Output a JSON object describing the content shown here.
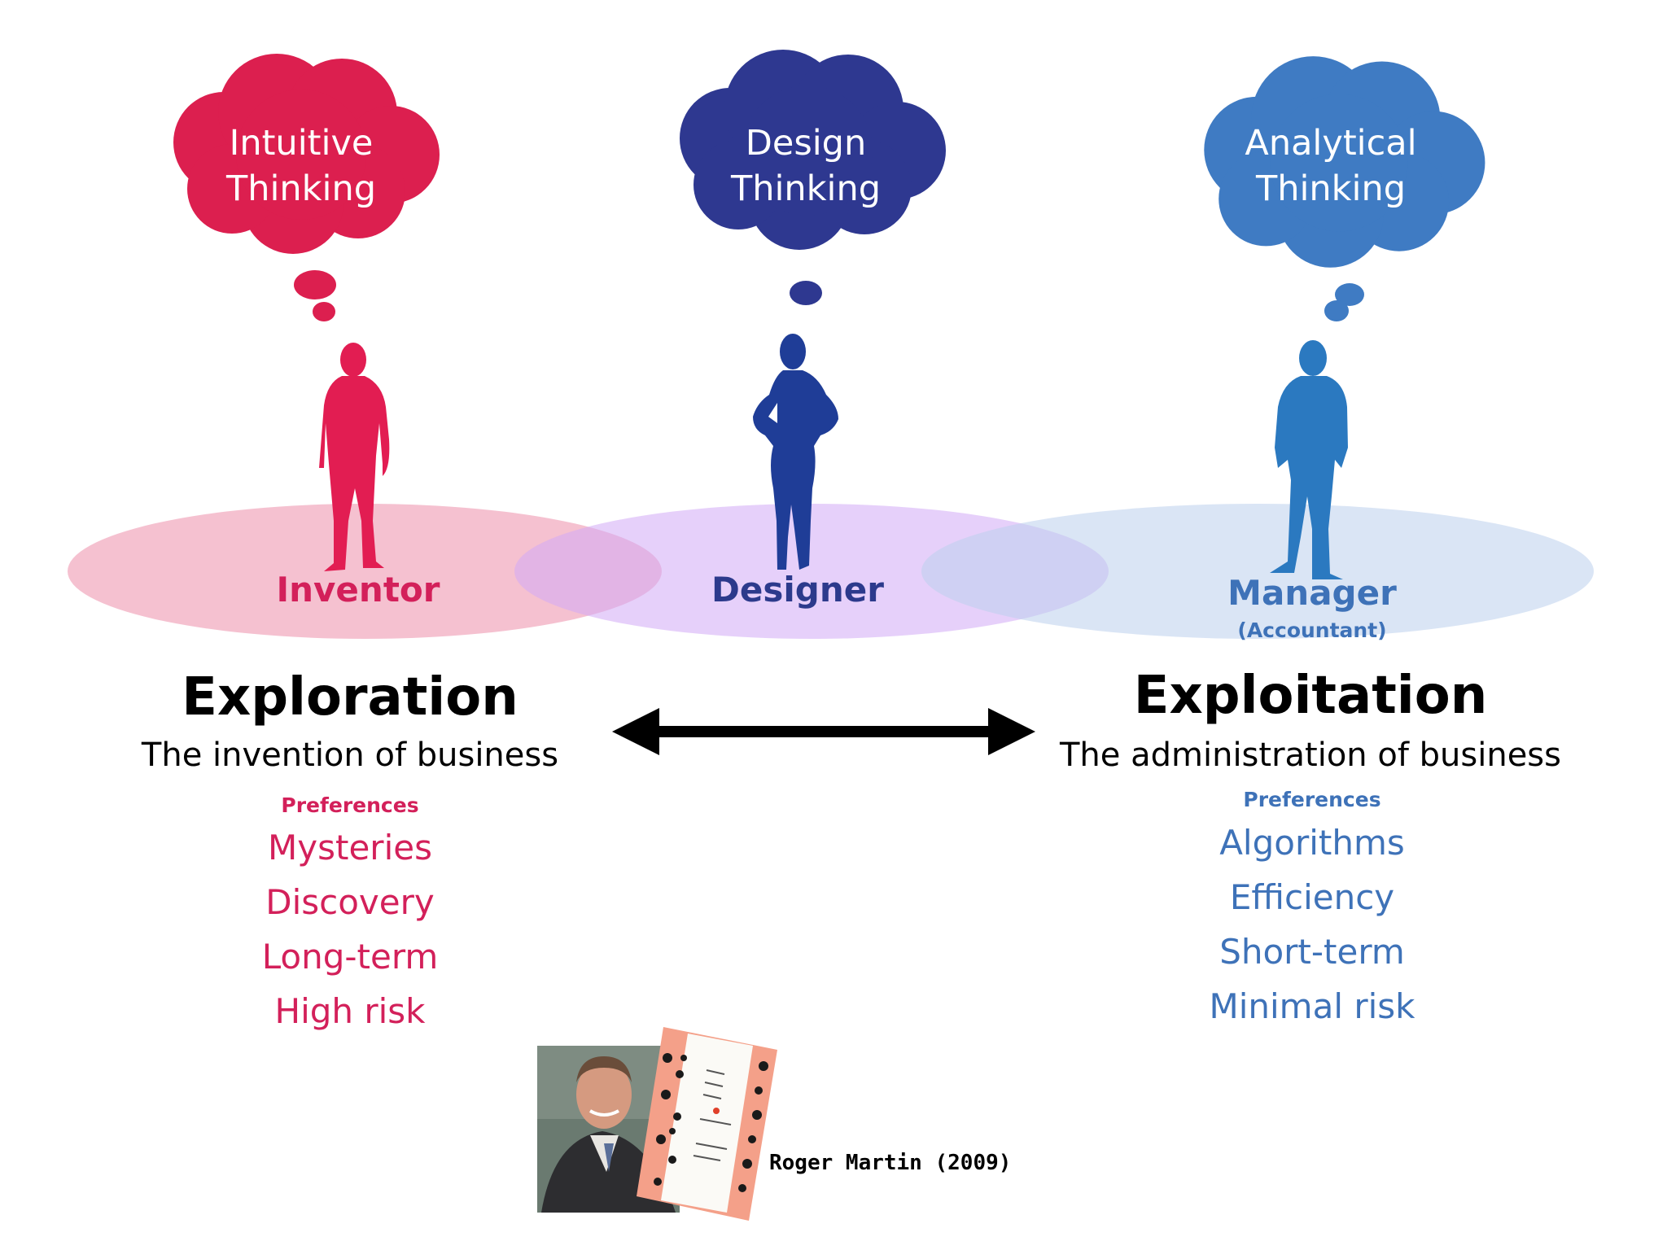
{
  "colors": {
    "intuitive": "#dc1f4f",
    "design": "#2e3890",
    "analytical": "#3f7bc3",
    "inventor_ellipse": "#f3c0cf",
    "designer_ellipse": "#e2cdf8",
    "manager_ellipse": "#d9e3f3",
    "inventor_text": "#d3205a",
    "designer_text": "#2c3a8c",
    "manager_text": "#3e72b8",
    "black": "#000000"
  },
  "clouds": [
    {
      "line1": "Intuitive",
      "line2": "Thinking"
    },
    {
      "line1": "Design",
      "line2": "Thinking"
    },
    {
      "line1": "Analytical",
      "line2": "Thinking"
    }
  ],
  "roles": {
    "inventor": "Inventor",
    "designer": "Designer",
    "manager": "Manager",
    "manager_note": "(Accountant)"
  },
  "exploration": {
    "title": "Exploration",
    "subtitle": "The invention of business",
    "pref_label": "Preferences",
    "items": [
      "Mysteries",
      "Discovery",
      "Long-term",
      "High risk"
    ]
  },
  "exploitation": {
    "title": "Exploitation",
    "subtitle": "The administration of business",
    "pref_label": "Preferences",
    "items": [
      "Algorithms",
      "Efficiency",
      "Short-term",
      "Minimal risk"
    ]
  },
  "citation": "Roger Martin (2009)",
  "icons": {
    "inventor": "man-silhouette-icon",
    "designer": "woman-silhouette-icon",
    "manager": "man-silhouette-icon",
    "arrow": "double-headed-arrow-icon",
    "portrait": "author-portrait",
    "book": "book-cover"
  }
}
